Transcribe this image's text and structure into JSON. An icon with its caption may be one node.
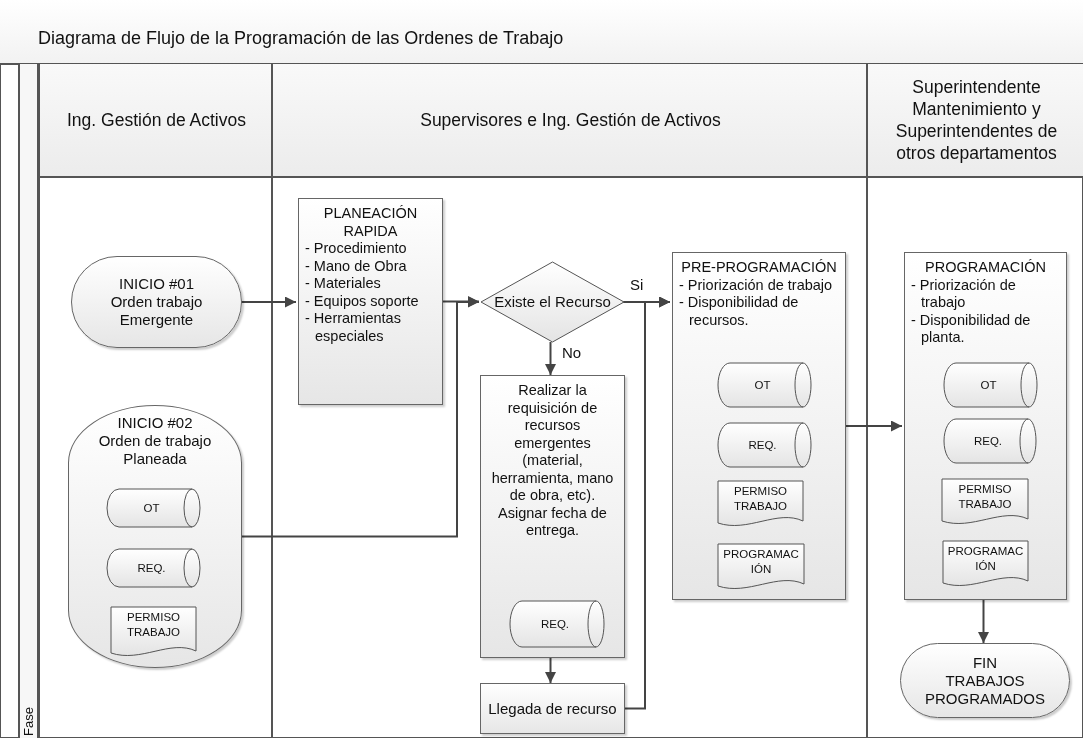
{
  "diagram": {
    "title": "Diagrama de Flujo de la Programación de las Ordenes de Trabajo",
    "nodes": [
      {
        "text": [
          "Ing. Gestión de Activos"
        ]
      },
      {
        "text": [
          "Supervisores e Ing. Gestión de Activos"
        ]
      },
      {
        "text": [
          "Superintendente Mantenimiento y Superintendentes de otros departamentos"
        ]
      },
      {
        "text": [
          "INICIO #01",
          "Orden trabajo Emergente"
        ],
        "in": 0
      },
      {
        "text": [
          "INICIO #02",
          "Orden de trabajo Planeada"
        ],
        "in": 0
      },
      {
        "text": [
          "OT"
        ],
        "in": 4
      },
      {
        "text": [
          "REQ."
        ],
        "in": 4
      },
      {
        "text": [
          "PERMISO TRABAJO"
        ],
        "in": 4
      },
      {
        "text": [
          "PLANEACIÓN RAPIDA",
          "- Procedimiento",
          "- Mano de Obra",
          "- Materiales",
          "- Equipos soporte",
          "- Herramientas especiales"
        ],
        "in": 1
      },
      {
        "text": [
          "Existe el Recurso"
        ],
        "in": 1
      },
      {
        "text": [
          "Realizar la requisición de recursos emergentes (material, herramienta, mano de obra, etc). Asignar fecha de entrega."
        ],
        "in": 1
      },
      {
        "text": [
          "REQ."
        ],
        "in": 10
      },
      {
        "text": [
          "Llegada de recurso"
        ],
        "in": 1
      },
      {
        "text": [
          "PRE-PROGRAMACIÓN",
          "- Priorización de trabajo",
          "- Disponibilidad de recursos."
        ],
        "in": 1
      },
      {
        "text": [
          "OT"
        ],
        "in": 13
      },
      {
        "text": [
          "REQ."
        ],
        "in": 13
      },
      {
        "text": [
          "PERMISO TRABAJO"
        ],
        "in": 13
      },
      {
        "text": [
          "PROGRAMACIÓN"
        ],
        "in": 13
      },
      {
        "text": [
          "PROGRAMACIÓN",
          "- Priorización de trabajo",
          "- Disponibilidad de planta."
        ],
        "in": 2
      },
      {
        "text": [
          "OT"
        ],
        "in": 18
      },
      {
        "text": [
          "REQ."
        ],
        "in": 18
      },
      {
        "text": [
          "PERMISO TRABAJO"
        ],
        "in": 18
      },
      {
        "text": [
          "PROGRAMACIÓN"
        ],
        "in": 18
      },
      {
        "text": [
          "FIN",
          "TRABAJOS PROGRAMADOS"
        ],
        "in": 2
      }
    ],
    "edges": [
      {
        "from": 3,
        "to": 8,
        "arrow": "to"
      },
      {
        "from": 8,
        "to": 9,
        "arrow": "to"
      },
      {
        "from": 4,
        "to": 9,
        "arrow": "to"
      },
      {
        "from": 9,
        "to": 13,
        "arrow": "to",
        "label": "Si"
      },
      {
        "from": 9,
        "to": 10,
        "arrow": "to",
        "label": "No"
      },
      {
        "from": 10,
        "to": 12,
        "arrow": "to"
      },
      {
        "from": 12,
        "to": 13,
        "arrow": "to"
      },
      {
        "from": 13,
        "to": 18,
        "arrow": "to"
      },
      {
        "from": 18,
        "to": 23,
        "arrow": "to"
      }
    ],
    "labels": [
      "Fase"
    ]
  }
}
